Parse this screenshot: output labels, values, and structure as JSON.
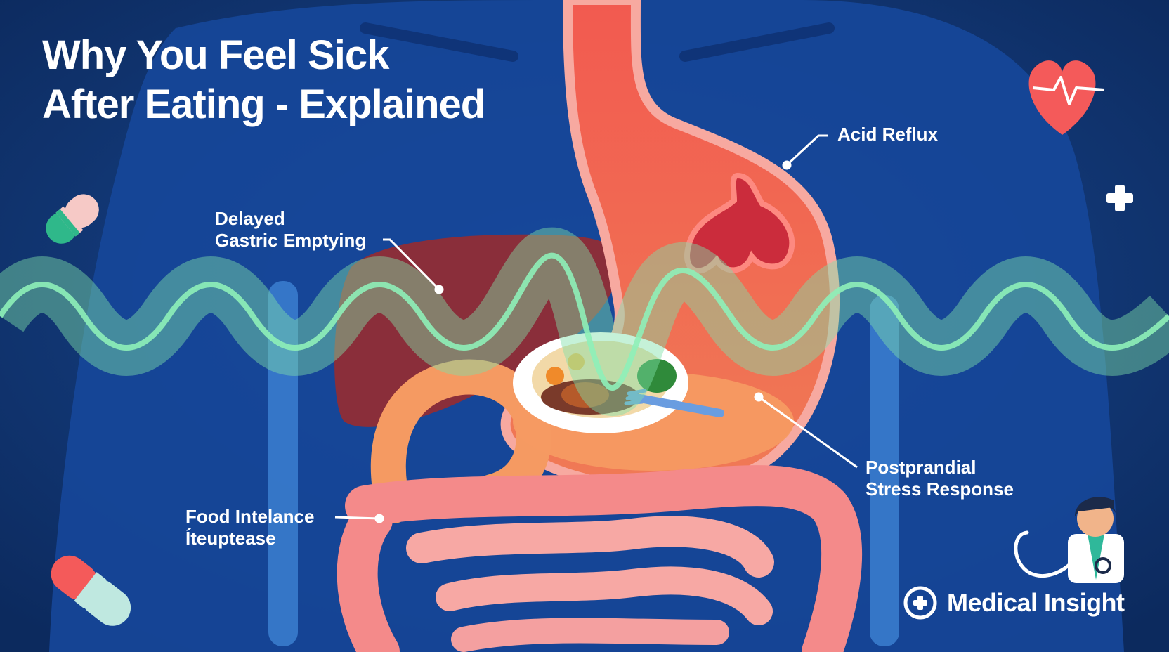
{
  "title": {
    "line1": "Why You Feel Sick",
    "line2": "After Eating - Explained"
  },
  "labels": {
    "acid_reflux": "Acid Reflux",
    "delayed_gastric": [
      "Delayed",
      "Gastric Emptying"
    ],
    "postprandial": [
      "Postprandial",
      "Stress Response"
    ],
    "food_intolerance": [
      "Food Intelance",
      "Íteuptease"
    ]
  },
  "brand": {
    "text": "Medical Insight",
    "icon": "medical-cross-badge-icon"
  },
  "icons": [
    "heart-rate-icon",
    "plus-icon",
    "pill-icon",
    "stethoscope-icon",
    "doctor-avatar-icon",
    "plate-of-food-icon"
  ],
  "colors": {
    "background": "#0f2f6b",
    "body": "#14448f",
    "stomach": "#f4574f",
    "liver": "#8a2e3a",
    "wave": "#7ee0a8",
    "intestine": "#f48a8a"
  }
}
